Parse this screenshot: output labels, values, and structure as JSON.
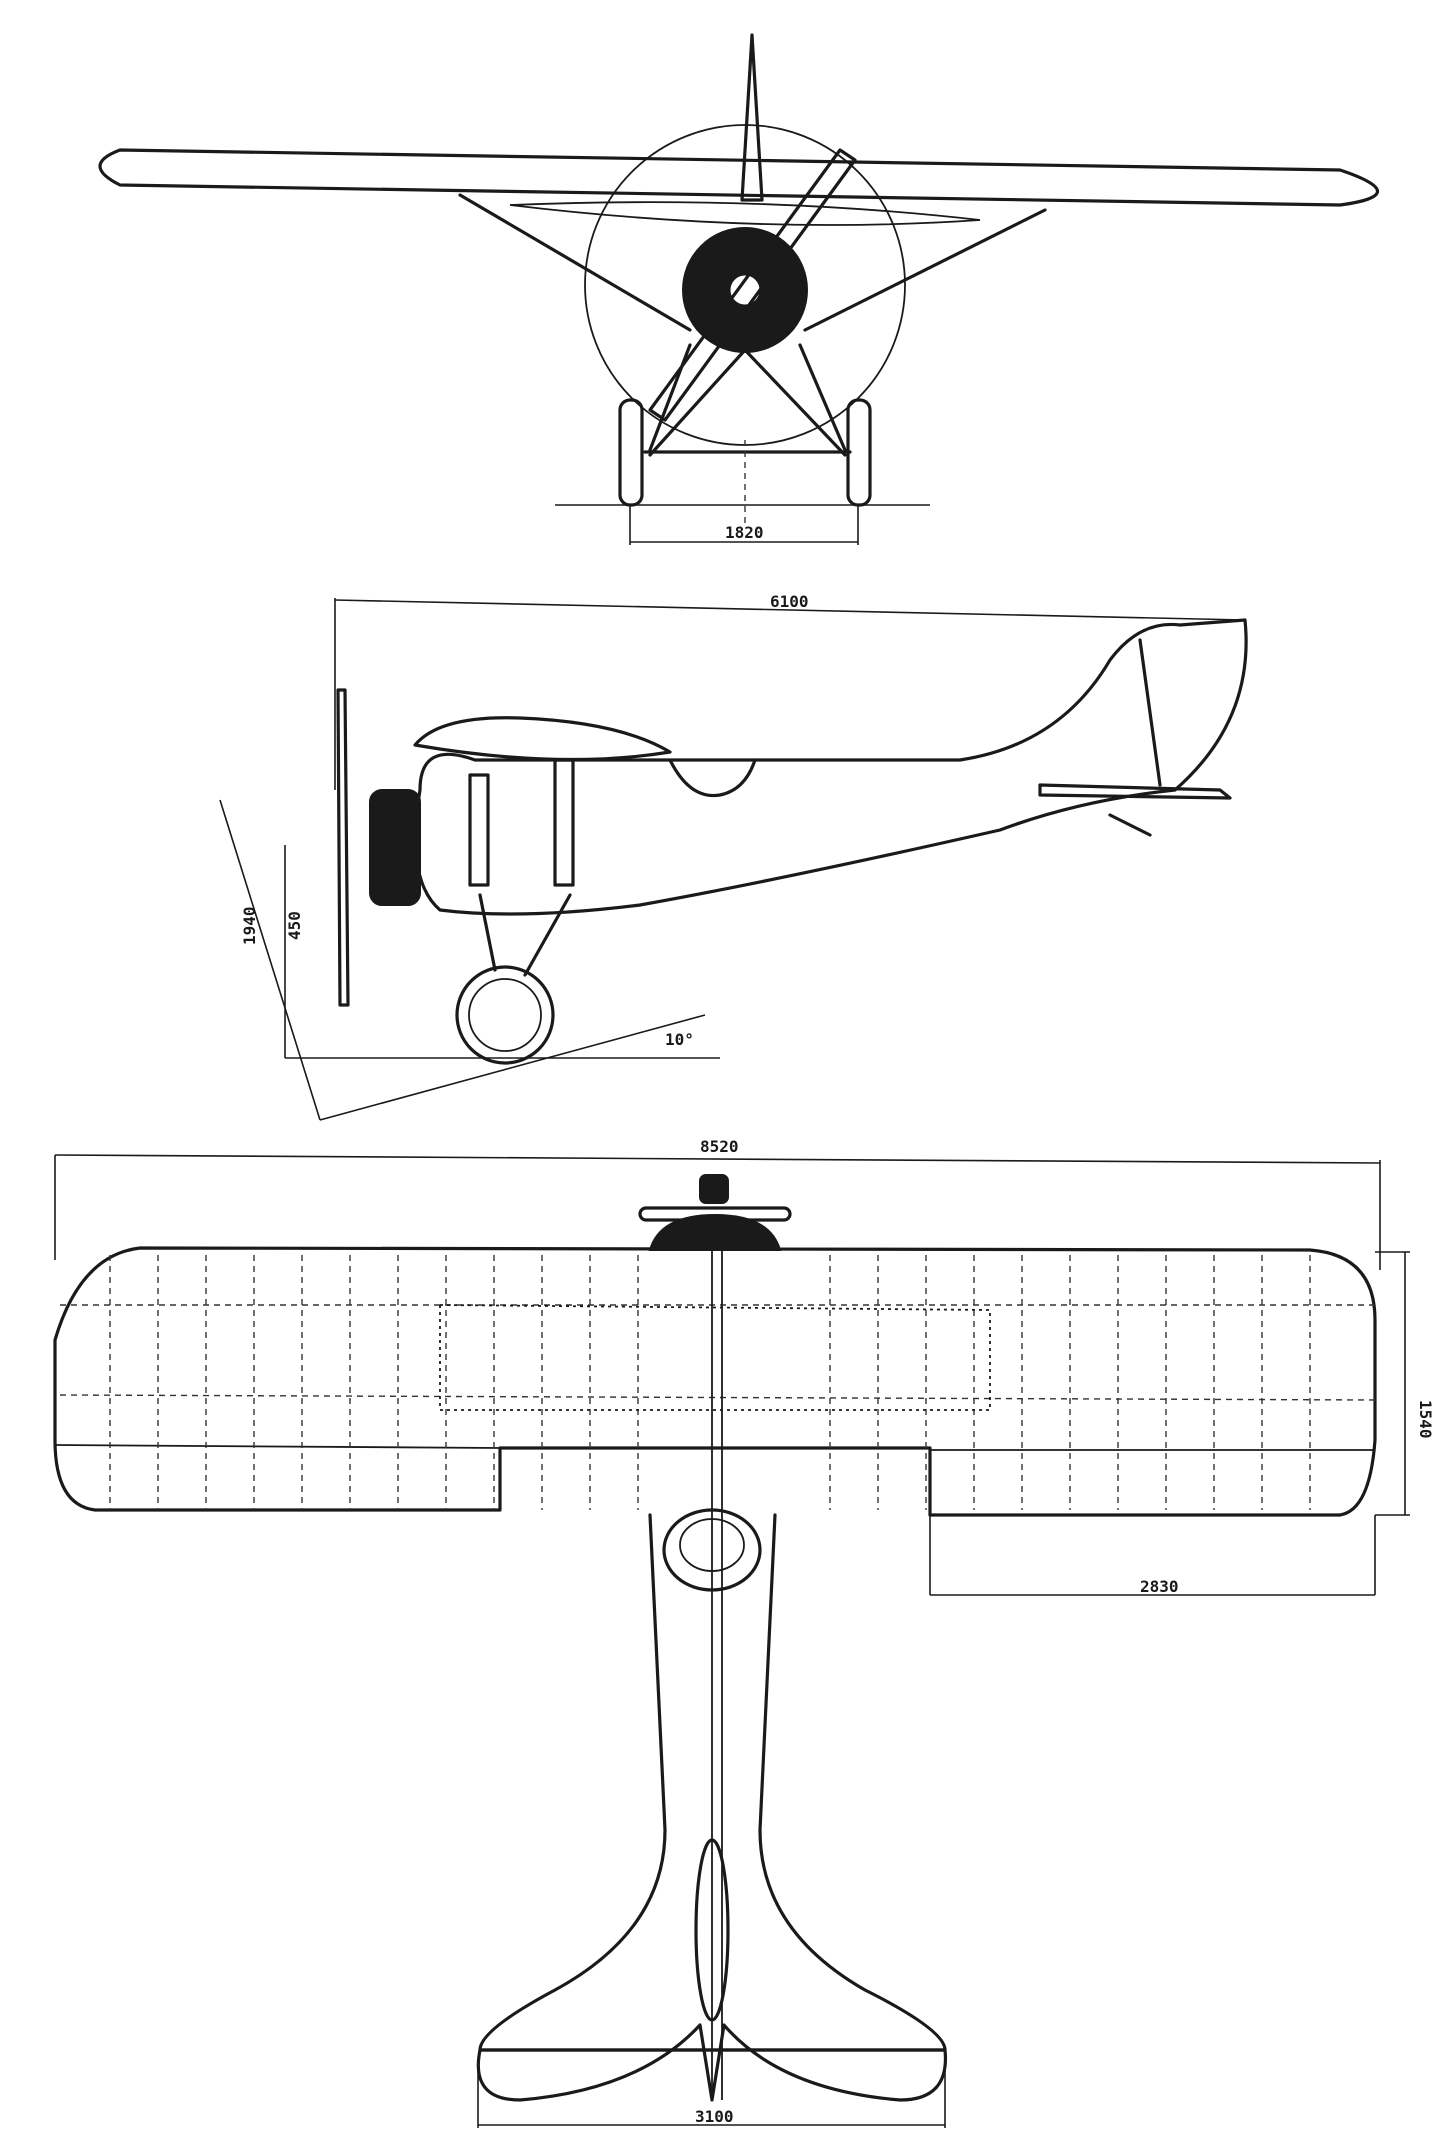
{
  "dimensions": {
    "front_track": "1820",
    "side_length": "6100",
    "side_height_a": "1940",
    "side_height_b": "450",
    "ground_angle": "10°",
    "plan_span": "8520",
    "plan_chord": "1540",
    "plan_aileron": "2830",
    "tailplane_span": "3100"
  }
}
